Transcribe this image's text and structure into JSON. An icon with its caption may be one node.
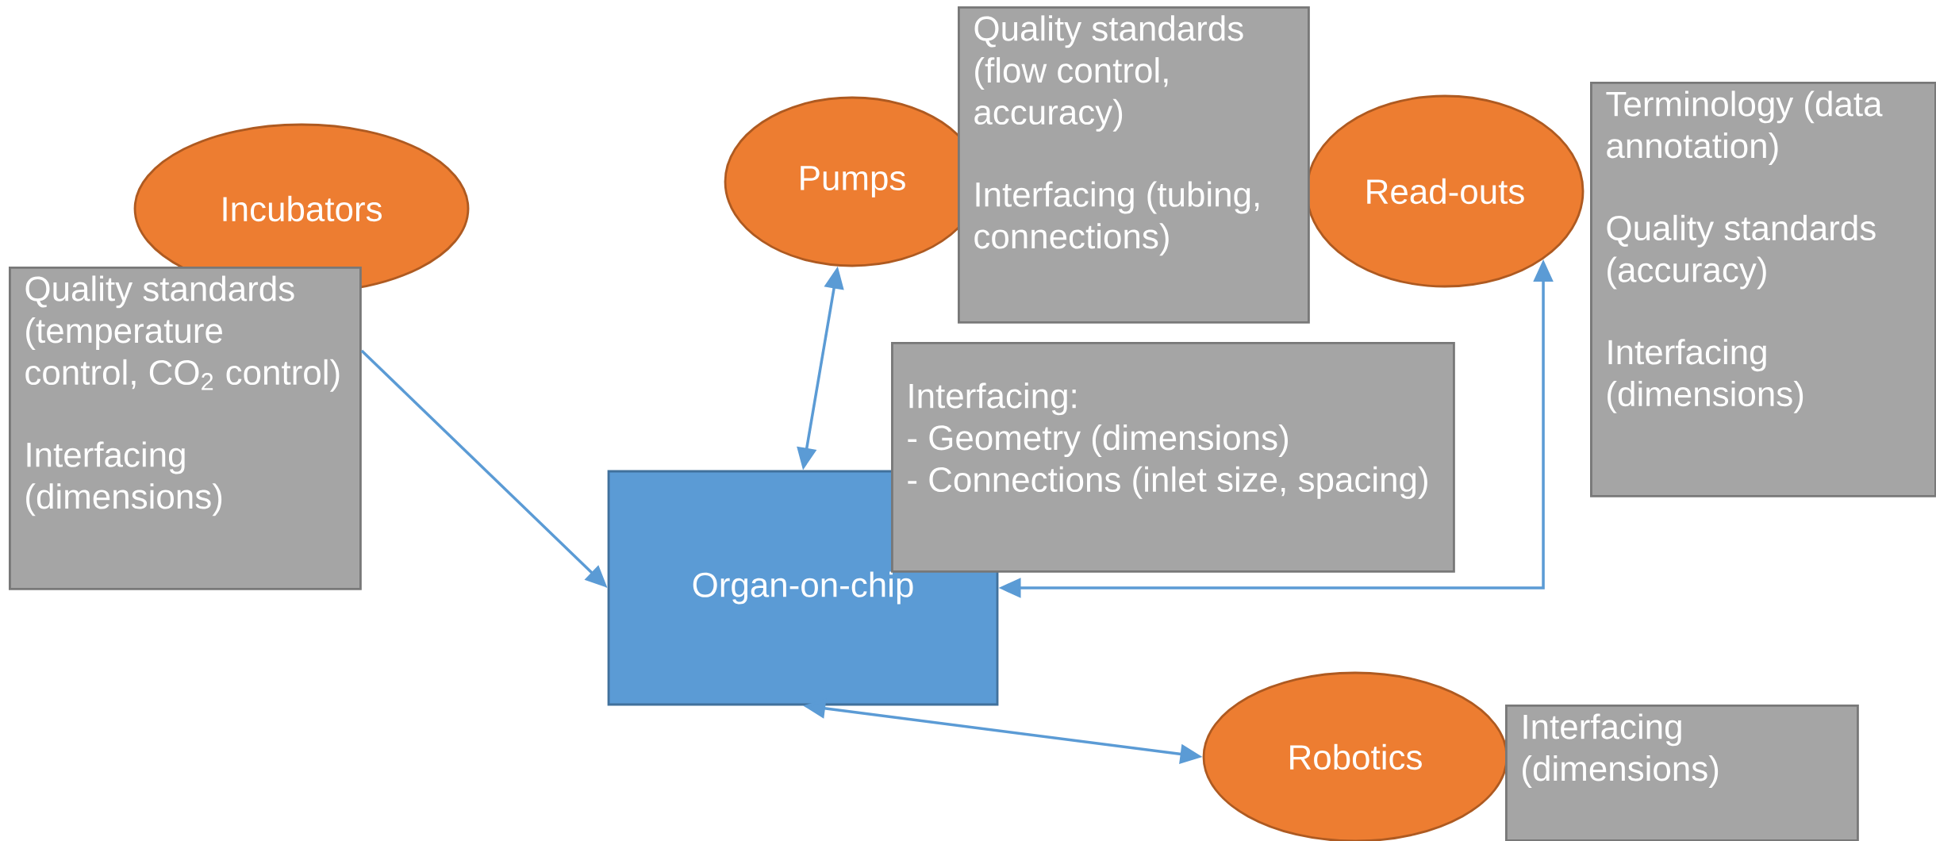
{
  "diagram": {
    "nodes": [
      {
        "text": [
          "Incubators"
        ]
      },
      {
        "text": [
          "Quality standards (temperature control, CO$_{2}$ control)",
          "Interfacing (dimensions)"
        ]
      },
      {
        "text": [
          "Pumps"
        ]
      },
      {
        "text": [
          "Quality standards (flow control, accuracy)",
          "Interfacing (tubing, connections)"
        ]
      },
      {
        "text": [
          "Read-outs"
        ]
      },
      {
        "text": [
          "Terminology (data annotation)",
          "Quality standards (accuracy)",
          "Interfacing (dimensions)"
        ]
      },
      {
        "text": [
          "Interfacing:",
          "- Geometry (dimensions)",
          "- Connections (inlet size, spacing)"
        ]
      },
      {
        "text": [
          "Organ-on-chip"
        ]
      },
      {
        "text": [
          "Robotics"
        ]
      },
      {
        "text": [
          "Interfacing (dimensions)"
        ]
      }
    ],
    "edges": [
      {
        "from": 1,
        "to": 7,
        "arrow": "to"
      },
      {
        "from": 7,
        "to": 2,
        "arrow": "both"
      },
      {
        "from": 7,
        "to": 4,
        "arrow": "both"
      },
      {
        "from": 7,
        "to": 8,
        "arrow": "both"
      }
    ]
  }
}
